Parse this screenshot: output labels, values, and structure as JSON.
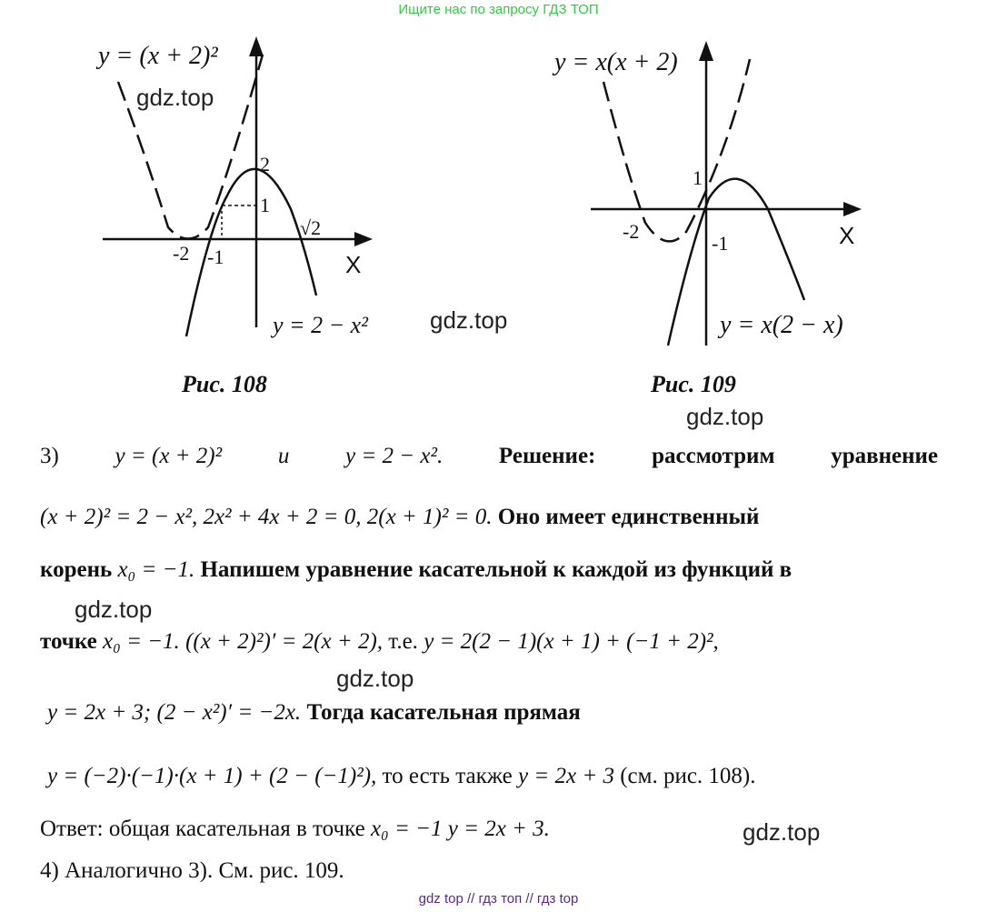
{
  "watermarks": {
    "top": "Ищите нас по запросу ГДЗ ТОП",
    "bottom": "gdz top  //  гдз топ  //  гдз top",
    "site": "gdz.top",
    "colors": {
      "top": "#2ecc40",
      "bottom": "#5b2a86"
    }
  },
  "figures": [
    {
      "caption": "Рис. 108",
      "curve_dashed_label": "y = (x + 2)²",
      "curve_solid_label": "y = 2 − x²",
      "axis_label": "X",
      "tick_labels": {
        "x_neg2": "-2",
        "x_neg1": "-1",
        "y1": "1",
        "y2": "2",
        "sqrt2": "√2"
      }
    },
    {
      "caption": "Рис. 109",
      "curve_dashed_label": "y = x(x + 2)",
      "curve_solid_label": "y = x(2 − x)",
      "axis_label": "X",
      "tick_labels": {
        "x_neg2": "-2",
        "y_neg1": "-1",
        "y1": "1"
      }
    }
  ],
  "chart_data": [
    {
      "type": "line",
      "title": "Рис. 108",
      "xlabel": "X",
      "ylabel": "",
      "series": [
        {
          "name": "y = (x + 2)²",
          "style": "dashed",
          "x": [
            -3.3,
            -3,
            -2.5,
            -2,
            -1.5,
            -1,
            -0.5,
            0.1
          ],
          "y": [
            1.69,
            1,
            0.25,
            0,
            0.25,
            1,
            2.25,
            4.41
          ]
        },
        {
          "name": "y = 2 − x²",
          "style": "solid",
          "x": [
            -2.2,
            -2,
            -1.5,
            -1,
            -0.5,
            0,
            0.5,
            1,
            1.414,
            1.8
          ],
          "y": [
            -2.84,
            -2,
            -0.25,
            1,
            1.75,
            2,
            1.75,
            1,
            0,
            -1.24
          ]
        }
      ],
      "annotations": [
        "-2",
        "-1",
        "1",
        "2",
        "√2"
      ],
      "tangent_point": {
        "x": -1,
        "y": 1
      }
    },
    {
      "type": "line",
      "title": "Рис. 109",
      "xlabel": "X",
      "ylabel": "",
      "series": [
        {
          "name": "y = x(x + 2)",
          "style": "dashed",
          "x": [
            -3,
            -2.5,
            -2,
            -1.5,
            -1,
            -0.5,
            0,
            0.5,
            1.1
          ],
          "y": [
            3,
            1.25,
            0,
            -0.75,
            -1,
            -0.75,
            0,
            1.25,
            3.41
          ]
        },
        {
          "name": "y = x(2 − x)",
          "style": "solid",
          "x": [
            -0.8,
            -0.5,
            0,
            0.5,
            1,
            1.5,
            2,
            2.6
          ],
          "y": [
            -2.24,
            -1.25,
            0,
            0.75,
            1,
            0.75,
            0,
            -1.56
          ]
        }
      ],
      "annotations": [
        "-2",
        "-1",
        "1"
      ],
      "tangent_point": {
        "x": 0,
        "y": 0
      }
    }
  ],
  "text": {
    "l1": {
      "n": "3)",
      "f1": "y = (x + 2)²",
      "and": "и",
      "f2": "y = 2 − x².",
      "w1": "Решение:",
      "w2": "рассмотрим",
      "w3": "уравнение"
    },
    "l2": {
      "eq": "(x + 2)² = 2 − x²,  2x² + 4x + 2 = 0,  2(x + 1)² = 0.",
      "rest": "Оно имеет единственный"
    },
    "l3": {
      "a": "корень",
      "x0": "x₀ = −1.",
      "rest": "Напишем уравнение касательной к каждой из функций в"
    },
    "l4": {
      "a": "точке",
      "x0": "x₀ = −1.",
      "deriv": "((x + 2)²)′ = 2(x + 2),",
      "ie": "т.е.",
      "eq": "y = 2(2 − 1)(x + 1) + (−1 + 2)²,"
    },
    "l5": {
      "eq": "y = 2x + 3;  (2 − x²)′ = −2x.",
      "rest": "Тогда касательная прямая"
    },
    "l6": {
      "eq": "y = (−2)·(−1)·(x + 1) + (2 − (−1)²),",
      "mid": "то есть также",
      "eq2": "y = 2x + 3",
      "ref": "(см. рис. 108)."
    },
    "l7": {
      "a": "Ответ: общая касательная в точке",
      "x0": "x₀ = −1",
      "eq": "y = 2x + 3."
    },
    "l8": {
      "a": "4) Аналогично 3). См. рис. 109."
    }
  }
}
